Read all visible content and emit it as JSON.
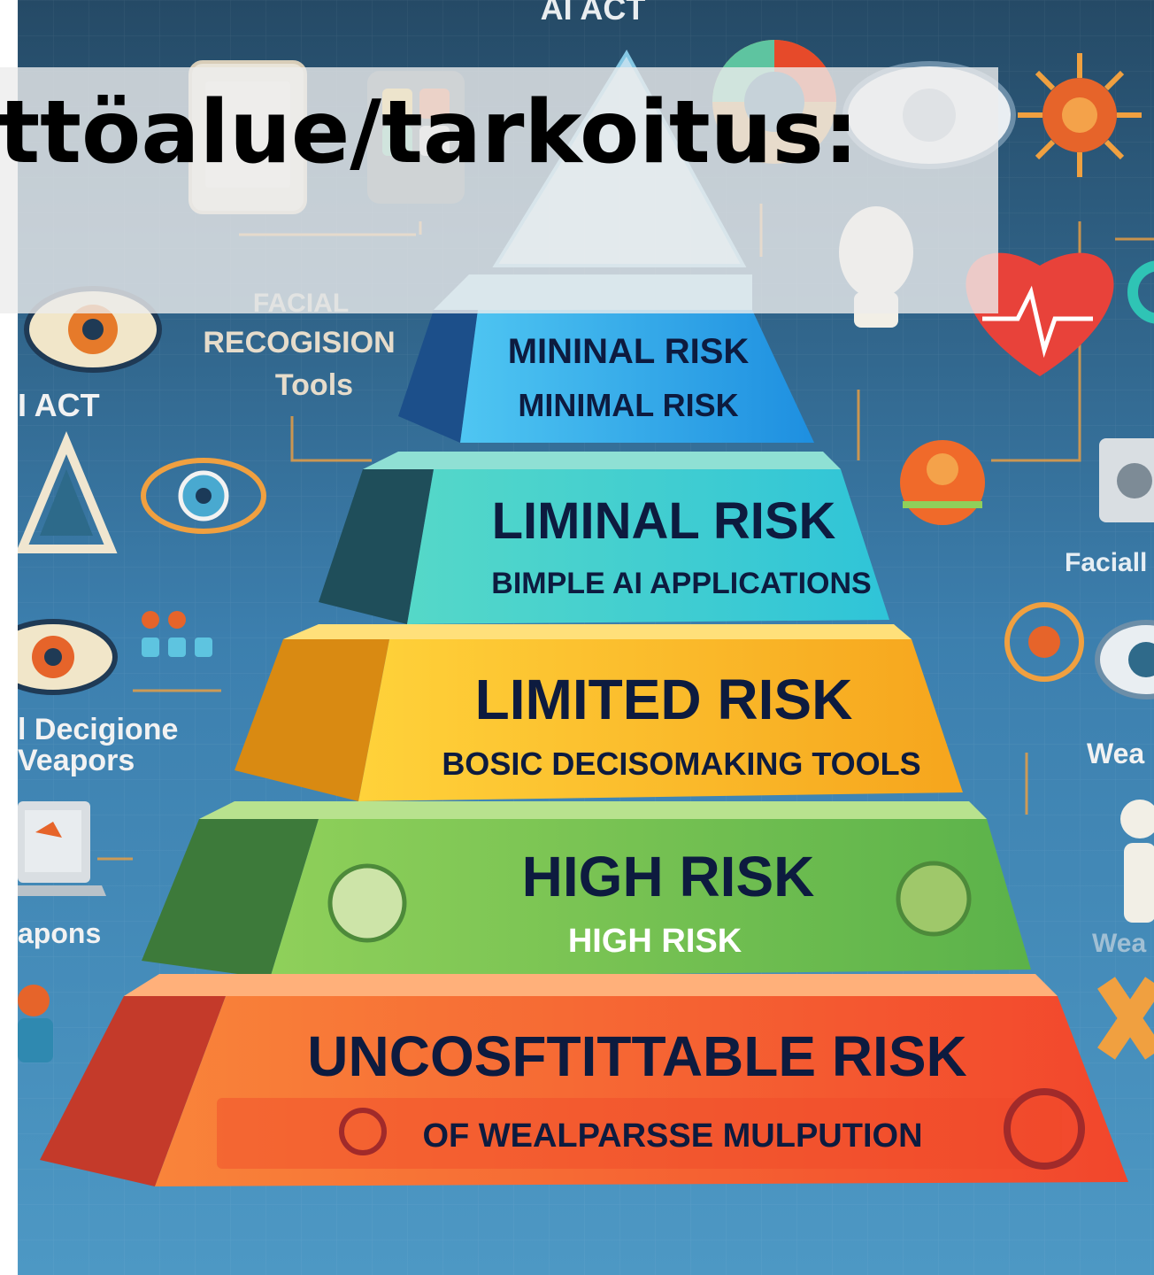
{
  "slide": {
    "title": "yttöalue/tarkoitus:"
  },
  "illustration": {
    "top_label": "AI ACT",
    "left_labels": {
      "facial_line1": "FACIAL",
      "facial_line2": "RECOGISION",
      "facial_line3": "Tools",
      "ai_act": "I ACT",
      "decision_line1": "l Decigione",
      "decision_line2": "Veapors",
      "weapons": "apons"
    },
    "right_labels": {
      "facial": "Faciall",
      "weapons": "Wea",
      "weapons_faded": "Wea"
    },
    "tiers": [
      {
        "title": "MININAL RISK",
        "subtitle": "MINIMAL RISK",
        "color": "#2fa9e6"
      },
      {
        "title": "LIMINAL RISK",
        "subtitle": "BIMPLE AI APPLICATIONS",
        "color": "#2ec3b5"
      },
      {
        "title": "LIMITED RISK",
        "subtitle": "BOSIC DECISOMAKING TOOLS",
        "color": "#f2b01c"
      },
      {
        "title": "HIGH RISK",
        "subtitle": "HIGH RISK",
        "color": "#7ec24a"
      },
      {
        "title": "UNCOSFTITTABLE RISK",
        "subtitle": "OF WEALPARSSE MULPUTION",
        "color": "#f26a2a"
      }
    ],
    "colors": {
      "background_top": "#28506e",
      "background_bottom": "#4a93c2",
      "text_dark": "#0d1b3f",
      "heart": "#e8423a"
    }
  }
}
